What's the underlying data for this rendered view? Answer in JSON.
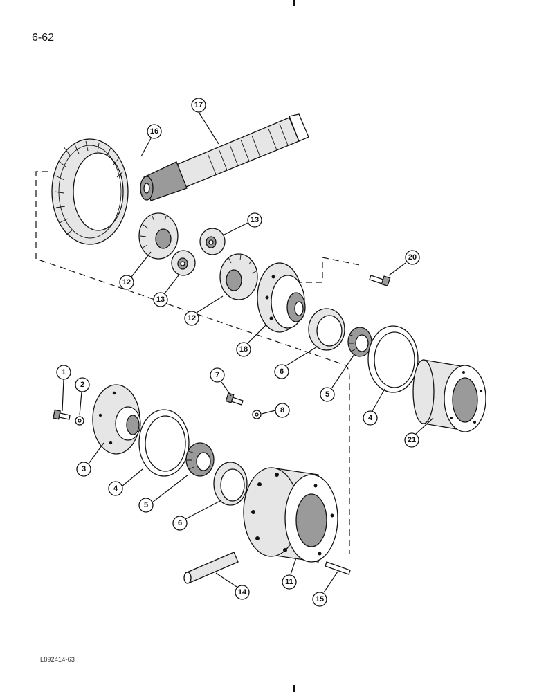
{
  "page_number": "6-62",
  "reference_code": "L892414-63",
  "callouts": [
    "17",
    "16",
    "13",
    "20",
    "12",
    "13",
    "12",
    "18",
    "6",
    "5",
    "4",
    "21",
    "1",
    "2",
    "7",
    "8",
    "3",
    "4",
    "5",
    "6",
    "11",
    "14",
    "15"
  ]
}
